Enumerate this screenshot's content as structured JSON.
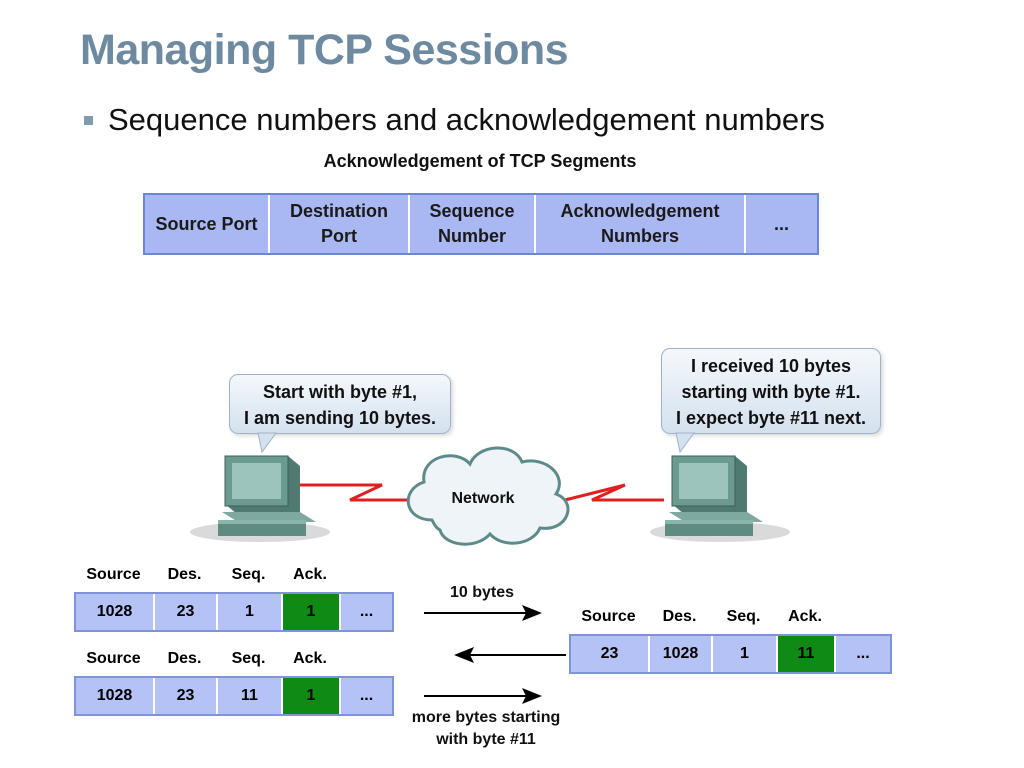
{
  "slide": {
    "title": "Managing TCP Sessions",
    "bullet": "Sequence numbers and acknowledgement numbers"
  },
  "diagram": {
    "title": "Acknowledgement of TCP Segments",
    "header_fields": [
      "Source Port",
      "Destination\nPort",
      "Sequence\nNumber",
      "Acknowledgement\nNumbers",
      "..."
    ],
    "sender_bubble": [
      "Start with byte #1,",
      "I am sending 10 bytes."
    ],
    "receiver_bubble": [
      "I received 10 bytes",
      "starting with byte #1.",
      "I expect byte #11 next."
    ],
    "cloud_label": "Network",
    "segment_heads": [
      "Source",
      "Des.",
      "Seq.",
      "Ack."
    ],
    "segments": [
      {
        "source": "1028",
        "dest": "23",
        "seq": "1",
        "ack": "1",
        "more": "..."
      },
      {
        "source": "23",
        "dest": "1028",
        "seq": "1",
        "ack": "11",
        "more": "..."
      },
      {
        "source": "1028",
        "dest": "23",
        "seq": "11",
        "ack": "1",
        "more": "..."
      }
    ],
    "arrow_1_label": "10 bytes",
    "arrow_3_label": [
      "more bytes starting",
      "with byte #11"
    ]
  },
  "colors": {
    "title": "#6d8aa0",
    "field_fill": "#a9b8f2",
    "ack_fill": "#0f8a14",
    "link_red": "#e02020"
  }
}
